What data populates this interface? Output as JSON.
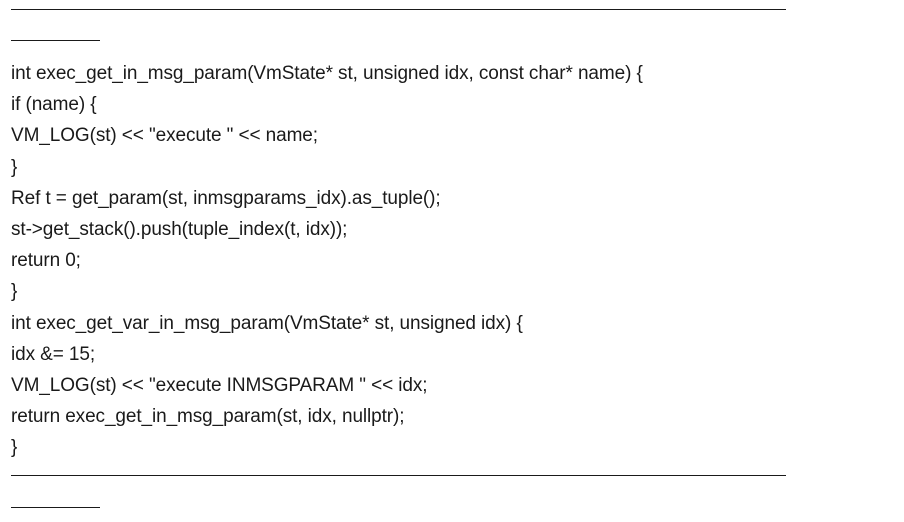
{
  "code_lines": [
    "int exec_get_in_msg_param(VmState* st, unsigned idx, const char* name) {",
    "if (name) {",
    "VM_LOG(st) << \"execute \" << name;",
    "}",
    "Ref t = get_param(st, inmsgparams_idx).as_tuple();",
    "st->get_stack().push(tuple_index(t, idx));",
    "return 0;",
    "}",
    "int exec_get_var_in_msg_param(VmState* st, unsigned idx) {",
    "idx &= 15;",
    "VM_LOG(st) << \"execute INMSGPARAM \" << idx;",
    "return exec_get_in_msg_param(st, idx, nullptr);",
    "}"
  ]
}
